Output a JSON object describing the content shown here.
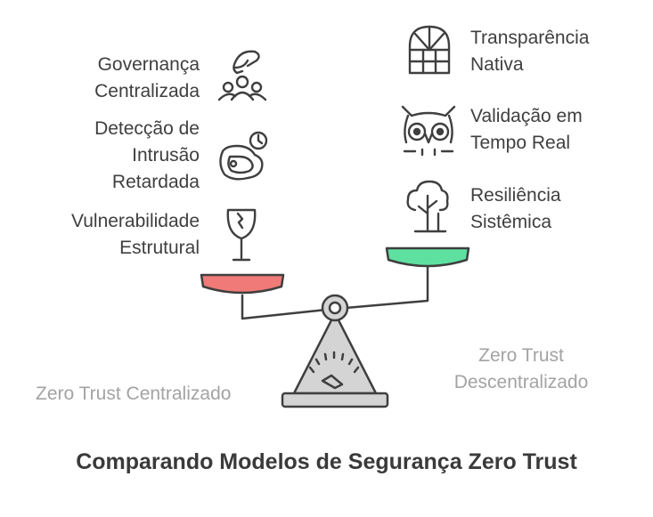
{
  "left_items": [
    {
      "lines": [
        "Governança",
        "Centralizada"
      ],
      "icon": "hand-people-icon"
    },
    {
      "lines": [
        "Detecção de",
        "Intrusão",
        "Retardada"
      ],
      "icon": "delayed-meat-icon"
    },
    {
      "lines": [
        "Vulnerabilidade",
        "Estrutural"
      ],
      "icon": "cracked-glass-icon"
    }
  ],
  "right_items": [
    {
      "lines": [
        "Transparência",
        "Nativa"
      ],
      "icon": "window-icon"
    },
    {
      "lines": [
        "Validação em",
        "Tempo Real"
      ],
      "icon": "owl-icon"
    },
    {
      "lines": [
        "Resiliência",
        "Sistêmica"
      ],
      "icon": "tree-icon"
    }
  ],
  "left_side_label": "Zero Trust Centralizado",
  "right_side_label": [
    "Zero Trust",
    "Descentralizado"
  ],
  "title": "Comparando Modelos de Segurança Zero Trust",
  "colors": {
    "left_pan": "#f07a78",
    "right_pan": "#5ee0a0",
    "stroke": "#3f3f3f",
    "base": "#d4d4d4",
    "label_grey": "#a3a3a3"
  }
}
